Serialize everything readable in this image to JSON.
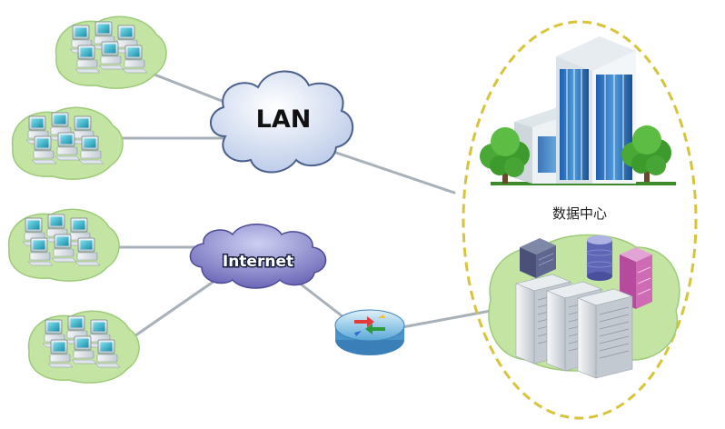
{
  "labels": {
    "lan": "LAN",
    "internet": "Internet",
    "data_center": "数据中心"
  },
  "colors": {
    "cloud_fill": "#e8eef9",
    "cloud_stroke": "#4a5f8c",
    "internet_cloud": "#8a85c9",
    "island_green": "#c4e4a4",
    "connector_gray": "#a8b0b8",
    "dc_boundary": "#d8c43a",
    "building_blue": "#1f5ea8",
    "tree_green": "#3d9a2c"
  },
  "icons": [
    "workstation-cluster-icon",
    "lan-cloud-icon",
    "internet-cloud-icon",
    "router-icon",
    "office-building-icon",
    "tree-icon",
    "server-rack-icon",
    "database-icon"
  ]
}
